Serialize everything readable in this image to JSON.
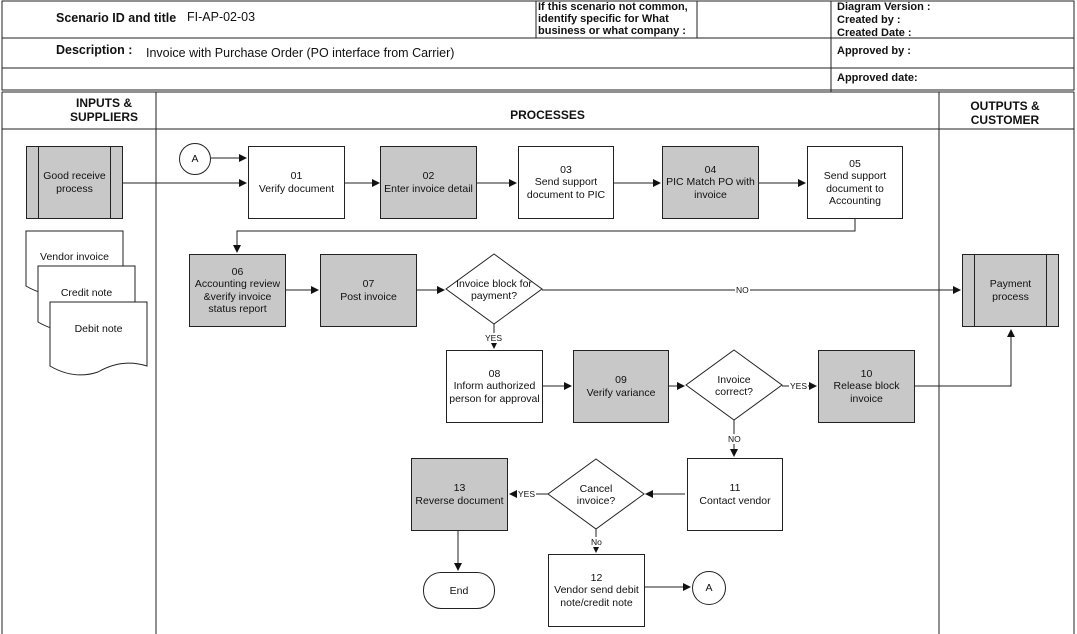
{
  "header": {
    "scenario_label": "Scenario ID and  title",
    "scenario_value": "FI-AP-02-03",
    "common_note": "If  this scenario not common, identify specific for What business or what company :",
    "diagram_version": "Diagram Version :",
    "created_by": "Created by :",
    "created_date": "Created Date :",
    "description_label": "Description :",
    "description_value": "Invoice with Purchase Order (PO interface from Carrier)",
    "approved_by": "Approved by :",
    "approved_date": "Approved  date:"
  },
  "lanes": {
    "inputs": "INPUTS & SUPPLIERS",
    "processes": "PROCESSES",
    "outputs": "OUTPUTS & CUSTOMER"
  },
  "inputs": {
    "good_receive": "Good receive process",
    "vendor_invoice": "Vendor invoice",
    "credit_note": "Credit note",
    "debit_note": "Debit note"
  },
  "steps": {
    "s01": {
      "num": "01",
      "text": "Verify document"
    },
    "s02": {
      "num": "02",
      "text": "Enter invoice detail"
    },
    "s03": {
      "num": "03",
      "text": "Send support document to PIC"
    },
    "s04": {
      "num": "04",
      "text": "PIC Match PO with invoice"
    },
    "s05": {
      "num": "05",
      "text": "Send support document to Accounting"
    },
    "s06": {
      "num": "06",
      "text": "Accounting review &verify invoice status report"
    },
    "s07": {
      "num": "07",
      "text": "Post invoice"
    },
    "s08": {
      "num": "08",
      "text": "Inform authorized person for approval"
    },
    "s09": {
      "num": "09",
      "text": "Verify variance"
    },
    "s10": {
      "num": "10",
      "text": "Release block invoice"
    },
    "s11": {
      "num": "11",
      "text": "Contact vendor"
    },
    "s12": {
      "num": "12",
      "text": "Vendor send debit note/credit note"
    },
    "s13": {
      "num": "13",
      "text": "Reverse document"
    }
  },
  "decisions": {
    "block": "Invoice block for payment?",
    "correct": "Invoice correct?",
    "cancel": "Cancel invoice?"
  },
  "connector": "A",
  "end": "End",
  "output": "Payment process",
  "labels": {
    "yes": "YES",
    "no": "NO",
    "no_lower": "No"
  }
}
